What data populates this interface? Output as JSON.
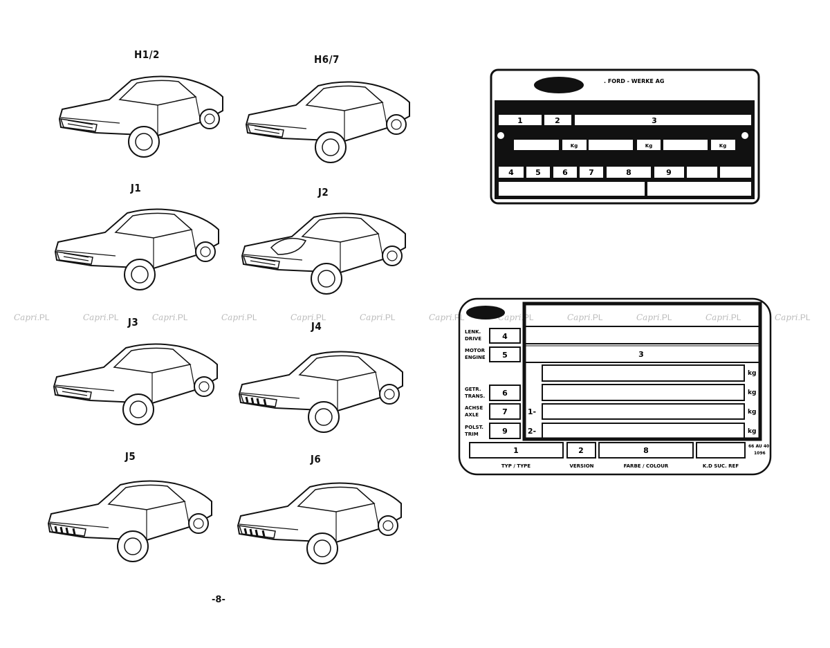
{
  "vehicles": [
    {
      "code": "H1/2",
      "view": "front"
    },
    {
      "code": "H6/7",
      "view": "front"
    },
    {
      "code": "J1",
      "view": "front"
    },
    {
      "code": "J2",
      "view": "front-open"
    },
    {
      "code": "J3",
      "view": "front"
    },
    {
      "code": "J4",
      "view": "rear"
    },
    {
      "code": "J5",
      "view": "rear"
    },
    {
      "code": "J6",
      "view": "rear"
    }
  ],
  "watermark": {
    "script": "Capri",
    "suffix": ".PL",
    "repeat": 12
  },
  "plate_top": {
    "maker": ". FORD - WERKE AG",
    "row1": [
      "1",
      "2",
      "3"
    ],
    "kg": [
      "Kg",
      "Kg",
      "Kg"
    ],
    "row3": [
      "4",
      "5",
      "6",
      "7",
      "8",
      "9"
    ]
  },
  "plate_bottom": {
    "field3": "3",
    "left_fields": [
      {
        "label1": "LENK.",
        "label2": "DRIVE",
        "value": "4"
      },
      {
        "label1": "MOTOR",
        "label2": "ENGINE",
        "value": "5"
      },
      {
        "label1": "GETR.",
        "label2": "TRANS.",
        "value": "6"
      },
      {
        "label1": "ACHSE",
        "label2": "AXLE",
        "value": "7"
      },
      {
        "label1": "POLST.",
        "label2": "TRIM",
        "value": "9"
      }
    ],
    "kg_unit": "kg",
    "axle_marks": [
      "1-",
      "2-"
    ],
    "bottom_fields": [
      {
        "value": "1",
        "caption": "TYP / TYPE"
      },
      {
        "value": "2",
        "caption": "VERSION"
      },
      {
        "value": "8",
        "caption": "FARBE / COLOUR"
      },
      {
        "value": "",
        "caption": "K.D SUC. REF"
      }
    ],
    "corner_code1": "66 AU 40",
    "corner_code2": "1096"
  },
  "page_number": "-8-"
}
